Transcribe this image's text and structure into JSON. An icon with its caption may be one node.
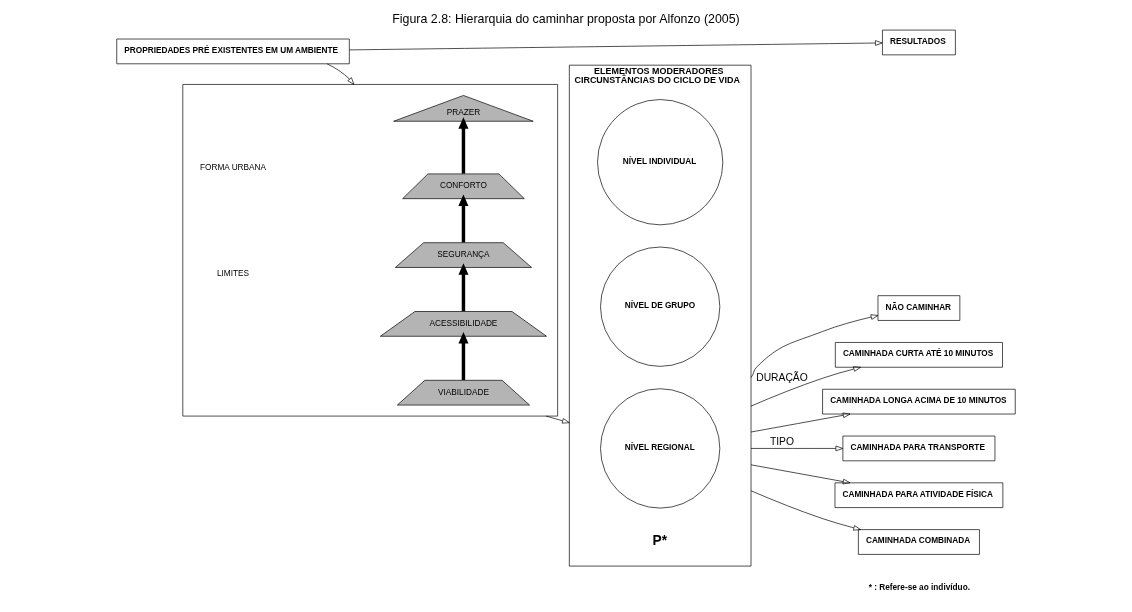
{
  "diagram": {
    "title": "Figura 2.8: Hierarquia do caminhar proposta por Alfonzo (2005)",
    "nodes": [
      {
        "text": [
          "PROPRIEDADES PRÉ EXISTENTES EM UM AMBIENTE"
        ]
      },
      {
        "text": [],
        "shape": "box"
      },
      {
        "text": [
          "PRAZER"
        ],
        "in": 1
      },
      {
        "text": [
          "CONFORTO"
        ],
        "in": 1
      },
      {
        "text": [
          "SEGURANÇA"
        ],
        "in": 1
      },
      {
        "text": [
          "ACESSIBILIDADE"
        ],
        "in": 1
      },
      {
        "text": [
          "VIABILIDADE"
        ],
        "in": 1
      },
      {
        "text": [
          "ELEMENTOS MODERADORES",
          "CIRCUNSTÂNCIAS DO CICLO DE VIDA"
        ]
      },
      {
        "text": [
          "NÍVEL INDIVIDUAL"
        ],
        "in": 7
      },
      {
        "text": [
          "NÍVEL DE GRUPO"
        ],
        "in": 7
      },
      {
        "text": [
          "NÍVEL REGIONAL"
        ],
        "in": 7
      },
      {
        "text": [
          "RESULTADOS"
        ]
      },
      {
        "text": [
          "NÃO CAMINHAR"
        ]
      },
      {
        "text": [
          "CAMINHADA CURTA ATÉ 10 MINUTOS"
        ]
      },
      {
        "text": [
          "CAMINHADA LONGA ACIMA DE 10 MINUTOS"
        ]
      },
      {
        "text": [
          "CAMINHADA PARA TRANSPORTE"
        ]
      },
      {
        "text": [
          "CAMINHADA PARA ATIVIDADE FÍSICA"
        ]
      },
      {
        "text": [
          "CAMINHADA COMBINADA"
        ]
      }
    ],
    "edges": [
      {
        "from": 0,
        "to": 1,
        "arrow": "to"
      },
      {
        "from": 0,
        "to": 11,
        "arrow": "to"
      },
      {
        "from": 6,
        "to": 5,
        "arrow": "to",
        "style": "thick"
      },
      {
        "from": 5,
        "to": 4,
        "arrow": "to",
        "style": "thick"
      },
      {
        "from": 4,
        "to": 3,
        "arrow": "to",
        "style": "thick"
      },
      {
        "from": 3,
        "to": 2,
        "arrow": "to",
        "style": "thick"
      },
      {
        "from": 1,
        "to": 7,
        "arrow": "to"
      },
      {
        "from": 7,
        "to": 12,
        "arrow": "to"
      },
      {
        "from": 7,
        "to": 13,
        "arrow": "to",
        "label": "DURAÇÃO"
      },
      {
        "from": 7,
        "to": 14,
        "arrow": "to"
      },
      {
        "from": 7,
        "to": 15,
        "arrow": "to",
        "label": "TIPO"
      },
      {
        "from": 7,
        "to": 16,
        "arrow": "to"
      },
      {
        "from": 7,
        "to": 17,
        "arrow": "to"
      }
    ],
    "labels": [
      "FORMA URBANA",
      "LIMITES",
      "P*",
      "* : Refere-se ao indivíduo."
    ]
  }
}
